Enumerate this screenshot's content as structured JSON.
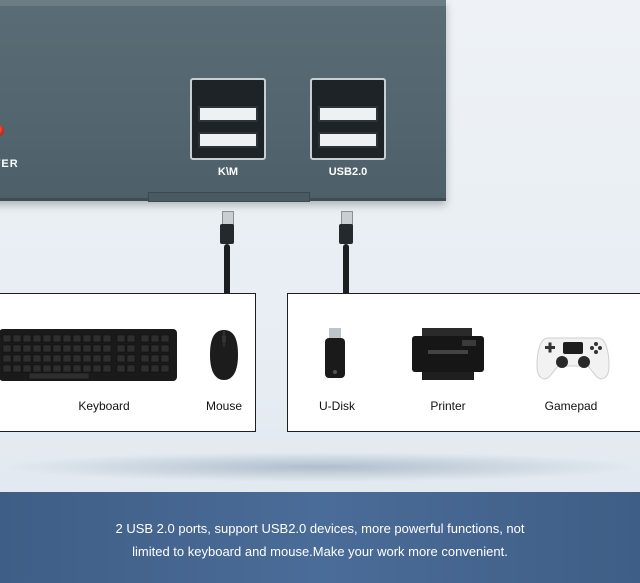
{
  "device": {
    "power_label": "WER",
    "ports": [
      {
        "label": "K\\M"
      },
      {
        "label": "USB2.0"
      }
    ]
  },
  "panels": {
    "left": [
      {
        "label": "Keyboard",
        "icon": "keyboard-icon"
      },
      {
        "label": "Mouse",
        "icon": "mouse-icon"
      }
    ],
    "right": [
      {
        "label": "U-Disk",
        "icon": "usb-drive-icon"
      },
      {
        "label": "Printer",
        "icon": "printer-icon"
      },
      {
        "label": "Gamepad",
        "icon": "gamepad-icon"
      }
    ]
  },
  "footer": {
    "line1": "2 USB 2.0 ports, support USB2.0 devices, more powerful functions, not",
    "line2": "limited to keyboard and mouse.Make your work more convenient."
  },
  "colors": {
    "device": "#536670",
    "footer": "#44668f",
    "led": "#d42a18"
  }
}
